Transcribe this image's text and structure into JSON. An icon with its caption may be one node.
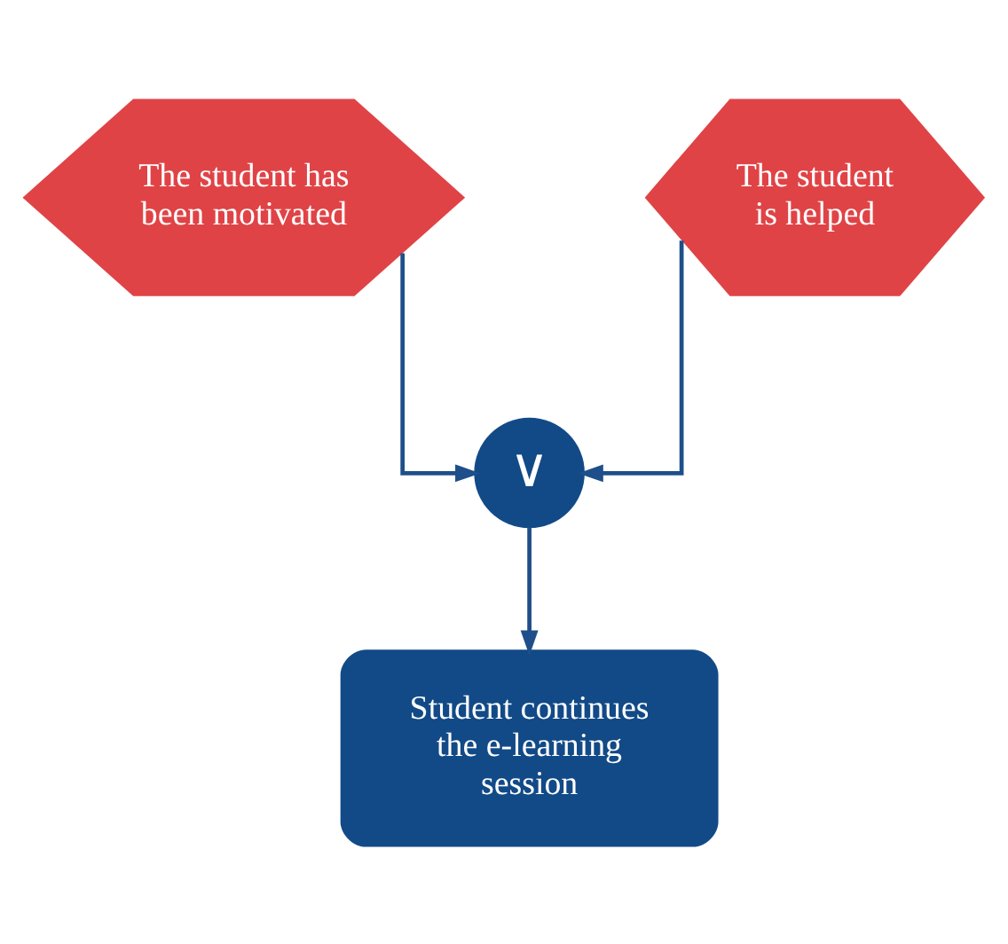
{
  "diagram": {
    "nodes": [
      {
        "text": [
          "The student has been motivated"
        ]
      },
      {
        "text": [
          "The student is helped"
        ]
      },
      {
        "text": [
          "∨"
        ]
      },
      {
        "text": [
          "Student continues the e-learning session"
        ]
      }
    ],
    "edges": [
      {
        "from": 0,
        "to": 2,
        "arrow": "to"
      },
      {
        "from": 1,
        "to": 2,
        "arrow": "to"
      },
      {
        "from": 2,
        "to": 3,
        "arrow": "to"
      }
    ]
  }
}
